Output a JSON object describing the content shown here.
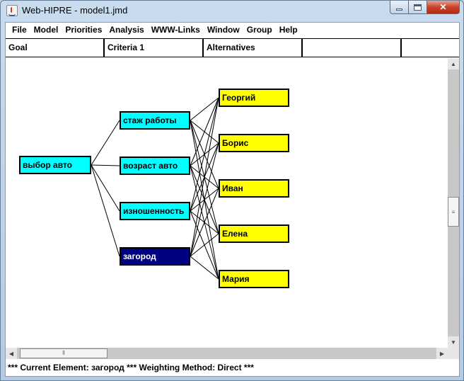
{
  "window": {
    "title": "Web-HIPRE - model1.jmd",
    "minimize_icon": "minimize-icon",
    "maximize_icon": "maximize-icon",
    "close_icon": "close-icon"
  },
  "menu": [
    "File",
    "Model",
    "Priorities",
    "Analysis",
    "WWW-Links",
    "Window",
    "Group",
    "Help"
  ],
  "levels": [
    "Goal",
    "Criteria 1",
    "Alternatives",
    "",
    ""
  ],
  "diagram": {
    "goal": "выбор авто",
    "criteria": [
      "стаж работы",
      "возраст авто",
      "изношенность",
      "загород"
    ],
    "selected_criterion": "загород",
    "alternatives": [
      "Георгий",
      "Борис",
      "Иван",
      "Елена",
      "Мария"
    ],
    "colors": {
      "goal": "#00ffff",
      "criterion": "#00ffff",
      "selected": "#000080",
      "alternative": "#ffff00"
    }
  },
  "status": "*** Current Element:  загород *** Weighting Method: Direct ***"
}
